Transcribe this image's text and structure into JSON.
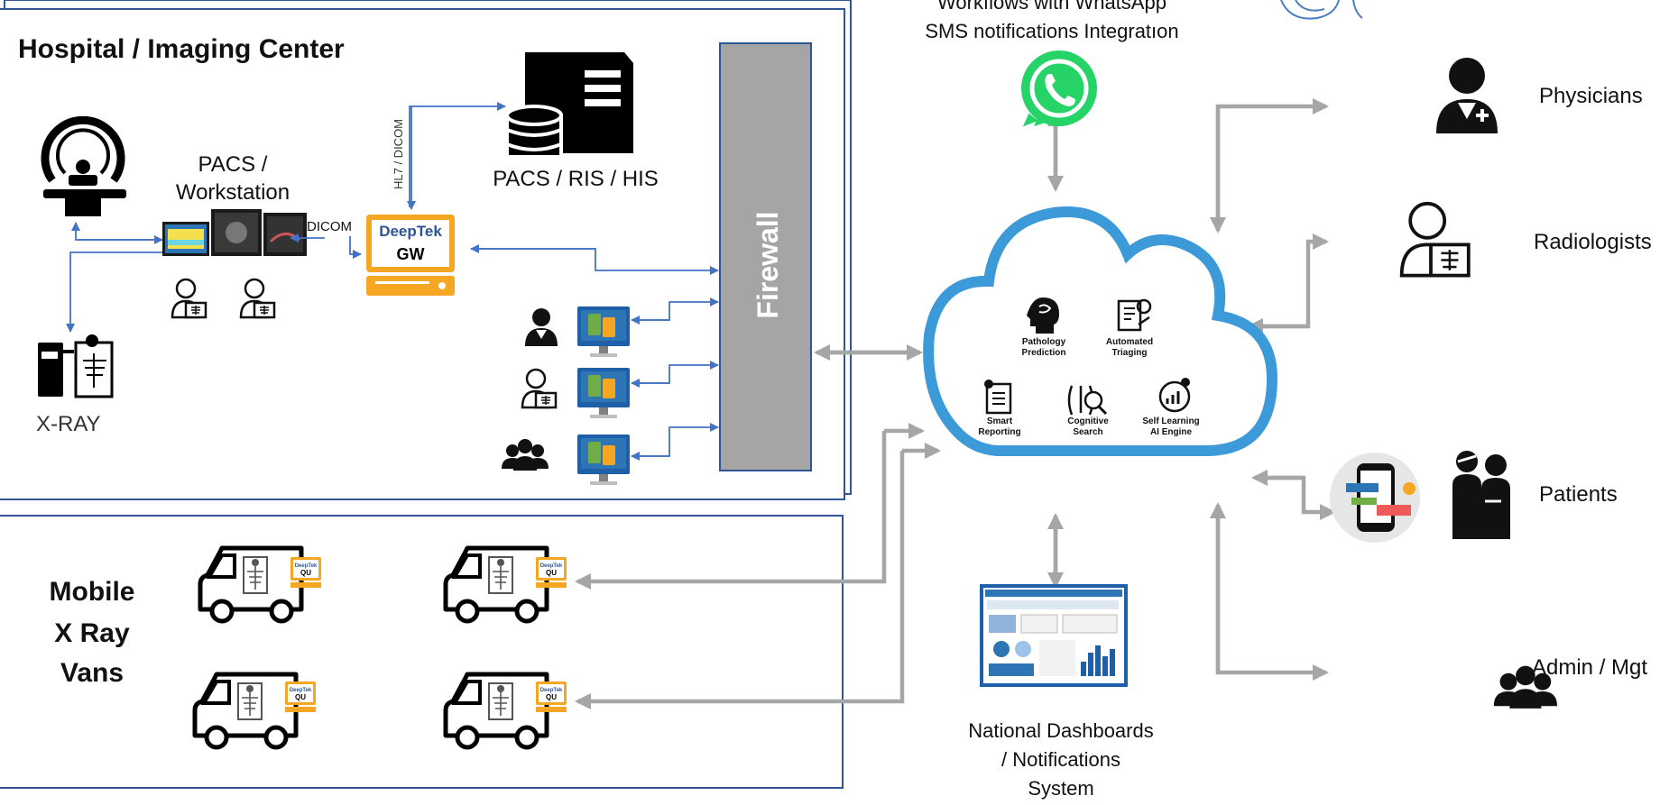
{
  "hospital": {
    "title": "Hospital / Imaging Center",
    "pacs_workstation": [
      "PACS /",
      "Workstation"
    ],
    "pacs_ris_his": "PACS / RIS / HIS",
    "hl7_dicom": "HL7 / DICOM",
    "dicom": "DICOM",
    "xray": "X-RAY",
    "gateway_brand": "DeepTek",
    "gateway_label": "GW",
    "firewall": "Firewall"
  },
  "mobile": {
    "title": [
      "Mobile",
      "X Ray",
      "Vans"
    ],
    "van_brand": "DeepTek",
    "van_unit": "QU"
  },
  "whatsapp": {
    "caption": [
      "Workflows with WhatsApp",
      "SMS notifications Integratıon"
    ]
  },
  "cloud": {
    "modules": [
      {
        "lines": [
          "Pathology",
          "Prediction"
        ]
      },
      {
        "lines": [
          "Automated",
          "Triaging"
        ]
      },
      {
        "lines": [
          "Smart",
          "Reporting"
        ]
      },
      {
        "lines": [
          "Cognitive",
          "Search"
        ]
      },
      {
        "lines": [
          "Self Learning",
          "AI Engine"
        ]
      }
    ]
  },
  "dashboard": {
    "caption": [
      "National Dashboards",
      "/ Notifications",
      "System"
    ]
  },
  "users": [
    "Physicians",
    "Radiologists",
    "Patients",
    "Admin / Mgt"
  ],
  "colors": {
    "frame_blue": "#2f5597",
    "arrow_blue": "#4472c4",
    "arrow_grey": "#a6a6a6",
    "firewall_fill": "#a5a5a5",
    "gateway_orange": "#f5a623",
    "cloud_blue": "#3d9ad9",
    "whatsapp_green": "#25d366"
  }
}
